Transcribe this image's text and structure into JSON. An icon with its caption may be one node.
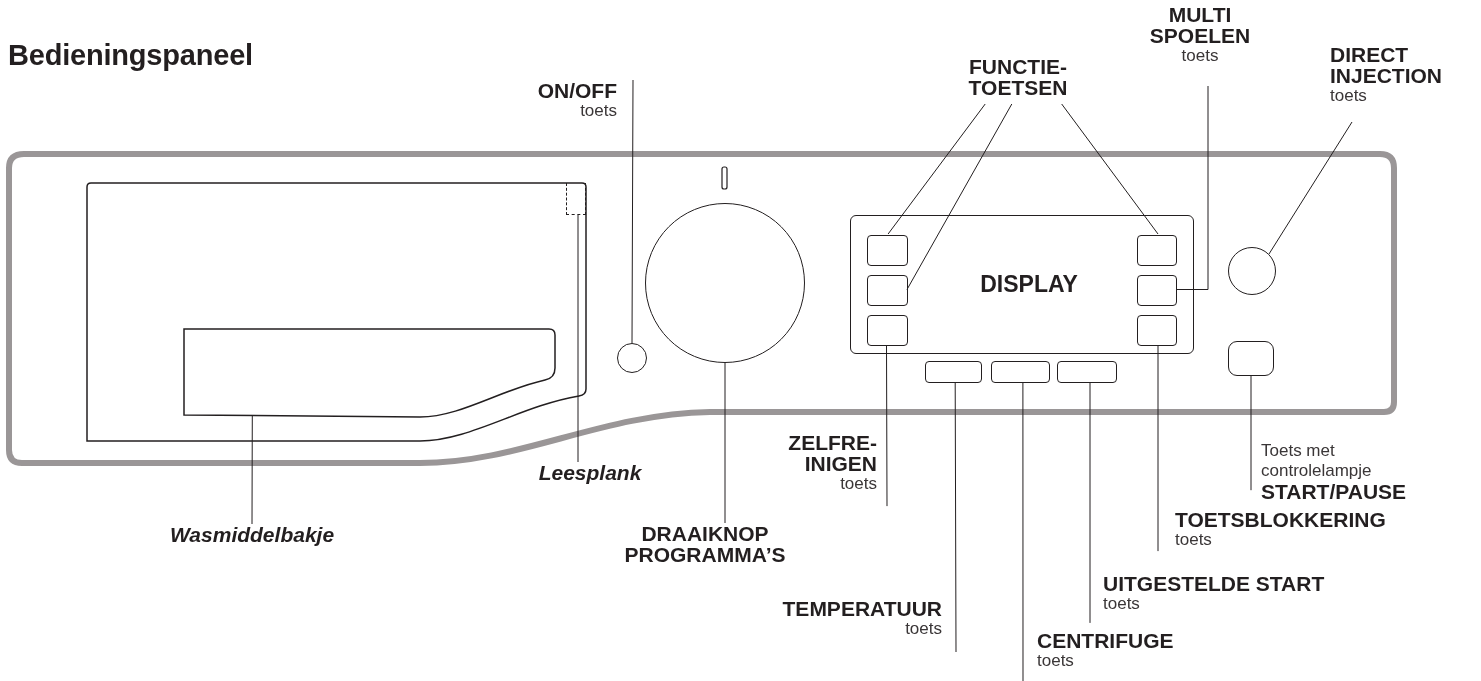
{
  "diagram": {
    "title": "Bedieningspaneel",
    "nodes": [
      {
        "text": [
          "ON/OFF",
          "toets"
        ]
      },
      {
        "text": [
          "FUNCTIE- TOETSEN"
        ]
      },
      {
        "text": [
          "MULTI SPOELEN",
          "toets"
        ]
      },
      {
        "text": [
          "DIRECT INJECTION",
          "toets"
        ]
      },
      {
        "text": [],
        "shape": "box"
      },
      {
        "text": [],
        "shape": "circle"
      },
      {
        "text": [
          "DISPLAY"
        ]
      },
      {
        "text": [],
        "shape": "box",
        "in": 6
      },
      {
        "text": [],
        "shape": "box",
        "in": 6
      },
      {
        "text": [],
        "shape": "circle"
      },
      {
        "text": [],
        "shape": "box",
        "in": 6
      },
      {
        "text": [],
        "shape": "box",
        "in": 6
      },
      {
        "text": [],
        "shape": "box"
      },
      {
        "text": [],
        "shape": "circle"
      },
      {
        "text": [],
        "shape": "box",
        "in": 6
      },
      {
        "text": [],
        "shape": "box",
        "in": 6
      },
      {
        "text": [],
        "shape": "box"
      },
      {
        "text": [],
        "shape": "box"
      },
      {
        "text": [],
        "shape": "box"
      },
      {
        "text": [],
        "shape": "box"
      },
      {
        "text": [
          "Leesplank"
        ]
      },
      {
        "text": [
          "Toets met controlelampje",
          "START/PAUSE"
        ]
      },
      {
        "text": [
          "ZELFRE- INIGEN",
          "toets"
        ]
      },
      {
        "text": [
          "TOETSBLOKKERING",
          "toets"
        ]
      },
      {
        "text": [
          "Wasmiddelbakje"
        ]
      },
      {
        "text": [
          "DRAAIKNOP PROGRAMMA’S"
        ]
      },
      {
        "text": [
          "UITGESTELDE START",
          "toets"
        ]
      },
      {
        "text": [
          "TEMPERATUUR",
          "toets"
        ]
      },
      {
        "text": [
          "CENTRIFUGE",
          "toets"
        ]
      }
    ],
    "edges": [
      {
        "from": 0,
        "to": 13,
        "arrow": "none"
      },
      {
        "from": 1,
        "to": 7,
        "arrow": "none"
      },
      {
        "from": 1,
        "to": 10,
        "arrow": "none"
      },
      {
        "from": 1,
        "to": 8,
        "arrow": "none"
      },
      {
        "from": 2,
        "to": 11,
        "arrow": "none"
      },
      {
        "from": 3,
        "to": 9,
        "arrow": "none"
      },
      {
        "from": 20,
        "to": 4,
        "arrow": "none"
      },
      {
        "from": 21,
        "to": 16,
        "arrow": "none"
      },
      {
        "from": 22,
        "to": 14,
        "arrow": "none"
      },
      {
        "from": 23,
        "to": 15,
        "arrow": "none"
      },
      {
        "from": 24,
        "to": 12,
        "arrow": "none"
      },
      {
        "from": 25,
        "to": 5,
        "arrow": "none"
      },
      {
        "from": 26,
        "to": 19,
        "arrow": "none"
      },
      {
        "from": 27,
        "to": 17,
        "arrow": "none"
      },
      {
        "from": 28,
        "to": 18,
        "arrow": "none"
      }
    ]
  }
}
